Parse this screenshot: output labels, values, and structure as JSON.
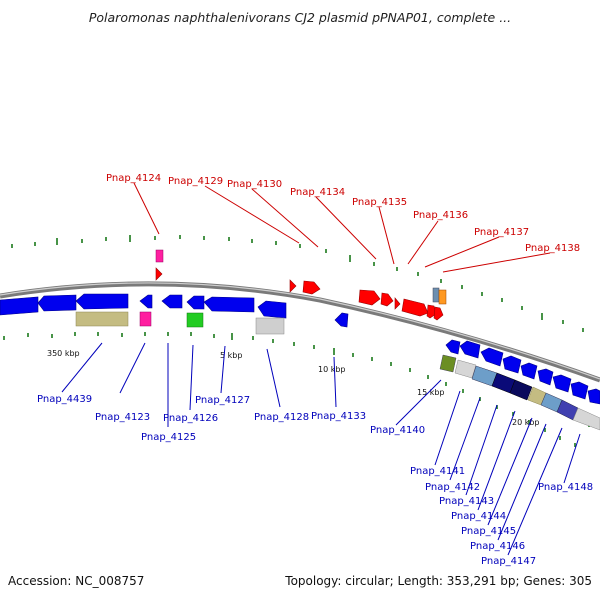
{
  "header": {
    "title": "Polaromonas naphthalenivorans CJ2 plasmid pPNAP01, complete ..."
  },
  "footer": {
    "accession": "Accession: NC_008757",
    "topology": "Topology: circular; Length: 353,291 bp; Genes: 305"
  },
  "scale_labels": [
    "350 kbp",
    "5 kbp",
    "10 kbp",
    "15 kbp",
    "20 kbp"
  ],
  "red_labels": [
    "Pnap_4124",
    "Pnap_4129",
    "Pnap_4130",
    "Pnap_4134",
    "Pnap_4135",
    "Pnap_4136",
    "Pnap_4137",
    "Pnap_4138"
  ],
  "blue_labels": [
    "Pnap_4439",
    "Pnap_4123",
    "Pnap_4125",
    "Pnap_4126",
    "Pnap_4127",
    "Pnap_4128",
    "Pnap_4133",
    "Pnap_4140",
    "Pnap_4141",
    "Pnap_4142",
    "Pnap_4143",
    "Pnap_4144",
    "Pnap_4145",
    "Pnap_4146",
    "Pnap_4147",
    "Pnap_4148"
  ],
  "colors": {
    "forward_gene": "#ff0000",
    "reverse_gene": "#0000ee",
    "backbone": "#808080",
    "tick": "#1a7a1a",
    "label_red": "#cc0000",
    "label_blue": "#0000bb"
  }
}
